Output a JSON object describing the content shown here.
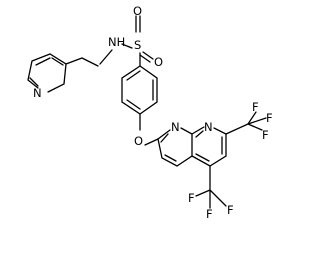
{
  "atoms": {
    "S": "S",
    "NH": "NH",
    "O1": "O",
    "O2": "O",
    "O_ether": "O",
    "N_pyr": "N",
    "N_a": "N",
    "N_b": "N",
    "F1": "F",
    "F2": "F",
    "F3": "F",
    "F4": "F",
    "F5": "F",
    "F6": "F"
  }
}
